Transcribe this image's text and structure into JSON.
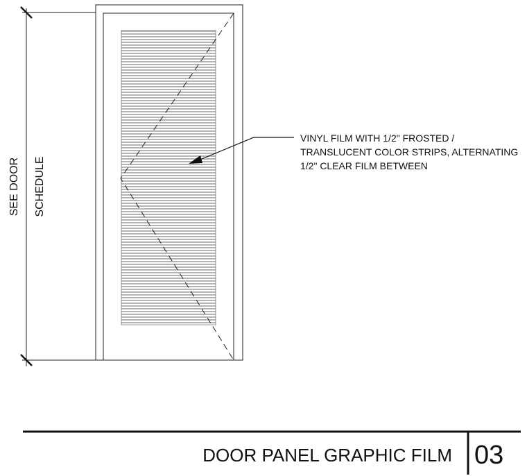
{
  "dimension": {
    "line1": "SEE DOOR",
    "line2": "SCHEDULE"
  },
  "note": {
    "lines": [
      "VINYL FILM WITH 1/2\" FROSTED /",
      "TRANSLUCENT COLOR STRIPS, ALTERNATING",
      "1/2\" CLEAR FILM BETWEEN"
    ]
  },
  "title_block": {
    "title": "DOOR PANEL GRAPHIC FILM",
    "number": "03"
  }
}
